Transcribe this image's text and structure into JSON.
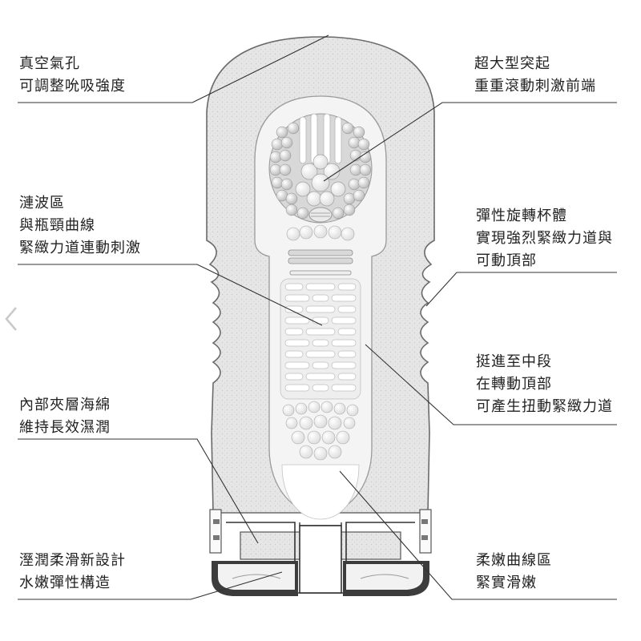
{
  "callouts": {
    "vacuum_hole": [
      "真空氣孔",
      "可調整吮吸強度"
    ],
    "tip": [
      "超大型突起",
      "重重滾動刺激前端"
    ],
    "ripple": [
      "漣波區",
      "與瓶頸曲線",
      "緊緻力道連動刺激"
    ],
    "cup": [
      "彈性旋轉杯體",
      "實現強烈緊緻力道與",
      "可動頂部"
    ],
    "mid": [
      "挺進至中段",
      "在轉動頂部",
      "可產生扭動緊緻力道"
    ],
    "sponge": [
      "內部夾層海綿",
      "維持長效濕潤"
    ],
    "soft": [
      "柔嫩曲線區",
      "緊實滑嫩"
    ],
    "base": [
      "溼潤柔滑新設計",
      "水嫩彈性構造"
    ]
  },
  "colors": {
    "stipple": "#e2e2e2",
    "outline": "#555555",
    "inner": "#f7f7f7",
    "base_dark": "#3a3a3a",
    "leader": "#333333"
  },
  "icons": {
    "nav": "chevron-left-icon"
  }
}
